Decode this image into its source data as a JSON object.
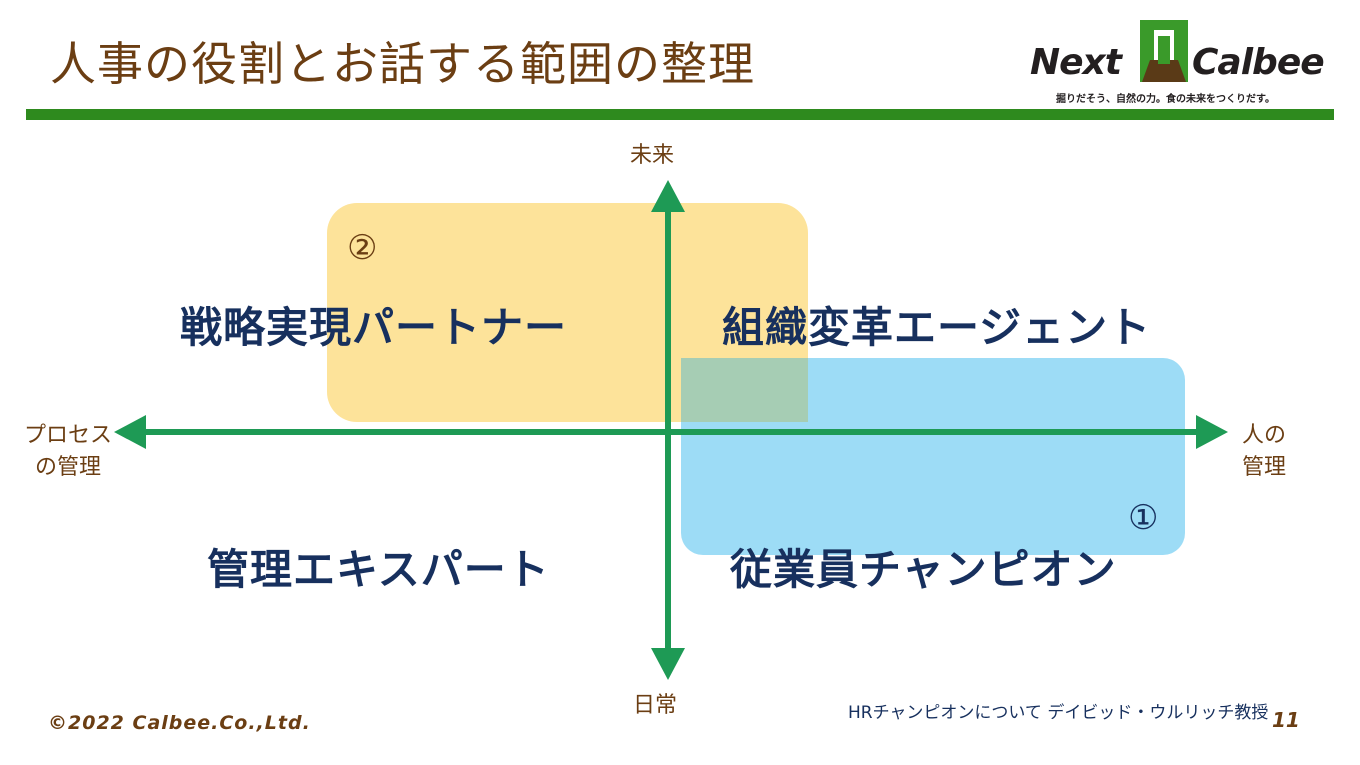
{
  "slide": {
    "title": "人事の役割とお話する範囲の整理",
    "footer_copyright": "©2022 Calbee.Co.,Ltd.",
    "footer_reference": "HRチャンピオンについて デイビッド・ウルリッチ教授",
    "page_number": "11"
  },
  "logo": {
    "word_left": "Next",
    "word_right": "Calbee",
    "tagline": "掘りだそう、自然の力。食の未来をつくりだす。",
    "colors": {
      "green": "#3a9a2a",
      "brown": "#5a3a17"
    }
  },
  "axes": {
    "top": "未来",
    "bottom": "日常",
    "left": "プロセス\nの管理",
    "right": "人の\n管理",
    "color": "#1e9a55"
  },
  "quadrants": {
    "top_left": "戦略実現パートナー",
    "top_right": "組織変革エージェント",
    "bottom_left": "管理エキスパート",
    "bottom_right": "従業員チャンピオン"
  },
  "highlights": {
    "orange_box": {
      "marker": "②",
      "color": "#fde39a"
    },
    "blue_box": {
      "marker": "①",
      "color": "#9ddcf6"
    }
  }
}
